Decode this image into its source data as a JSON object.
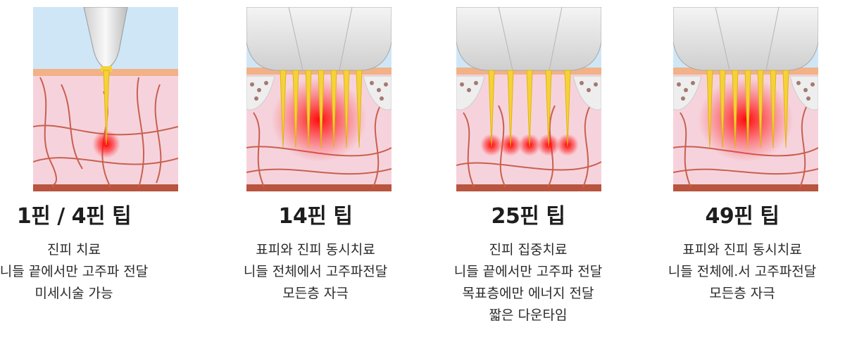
{
  "panels": [
    {
      "title": "1핀 / 4핀 팁",
      "lines": [
        "진피 치료",
        "니들 끝에서만 고주파 전달",
        "미세시술 가능"
      ]
    },
    {
      "title": "14핀 팁",
      "lines": [
        "표피와 진피 동시치료",
        "니들 전체에서 고주파전달",
        "모든층 자극"
      ]
    },
    {
      "title": "25핀 팁",
      "lines": [
        "진피 집중치료",
        "니들 끝에서만 고주파 전달",
        "목표층에만 에너지 전달",
        "짧은 다운타임"
      ]
    },
    {
      "title": "49핀 팁",
      "lines": [
        "표피와 진피 동시치료",
        "니들 전체에.서 고주파전달",
        "모든층 자극"
      ]
    }
  ],
  "colors": {
    "sky": "#cfe6f6",
    "epidermis": "#f2b187",
    "dermis": "#f6d3dc",
    "vessel": "#c8604f",
    "needle": "#f5d23a",
    "heat": "#ff1a1a"
  }
}
